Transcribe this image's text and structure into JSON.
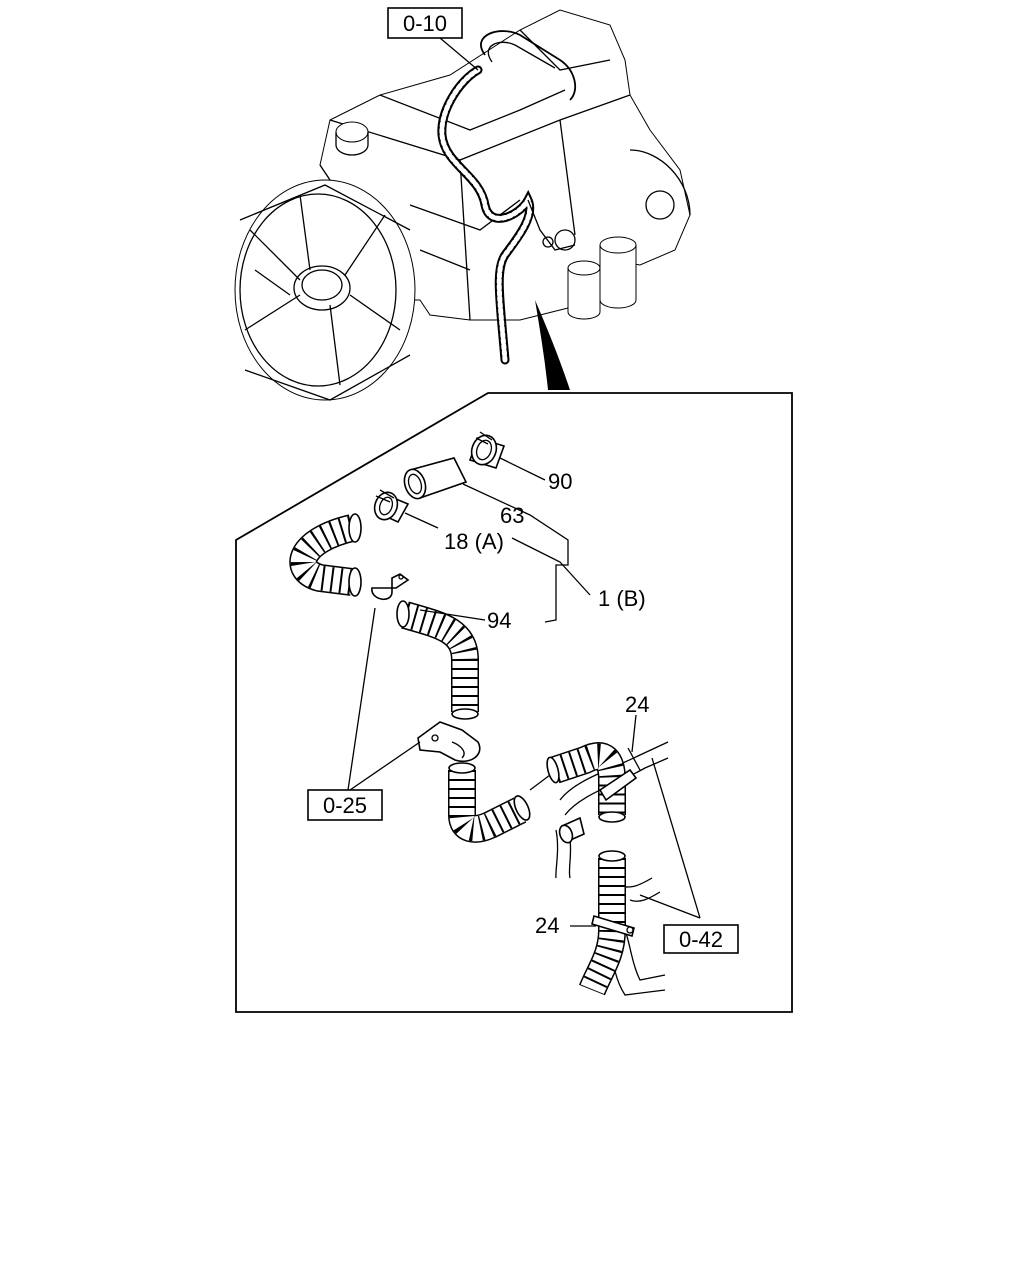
{
  "refs": {
    "engine_ref": "0-10",
    "bracket_ref": "0-25",
    "pipe_ref": "0-42"
  },
  "parts": {
    "p90": "90",
    "p63": "63",
    "p18": "18 (A)",
    "p1": "1 (B)",
    "p94": "94",
    "p24_top": "24",
    "p24_bottom": "24"
  }
}
